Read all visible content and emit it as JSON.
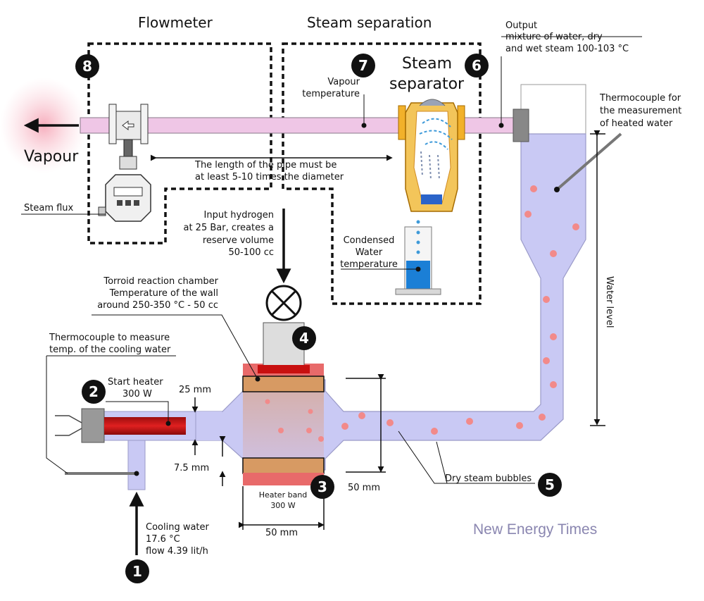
{
  "colors": {
    "water": "#c9c9f4",
    "pipe_vapour": "#efc6e6",
    "heater": "#c41b1b",
    "wall": "#d79a63",
    "heater_band": "#e86a6a",
    "dashed_box": "#111111",
    "brand": "#8a86b0"
  },
  "headings": {
    "flowmeter": "Flowmeter",
    "steam_separation": "Steam separation",
    "steam_separator": [
      "Steam",
      "separator"
    ],
    "vapour": "Vapour"
  },
  "labels": {
    "output": [
      "Output",
      "mixture of water, dry",
      "and wet steam 100-103 °C"
    ],
    "vapour_temperature": [
      "Vapour",
      "temperature"
    ],
    "thermocouple_heated": [
      "Thermocouple for",
      "the measurement",
      "of heated water"
    ],
    "pipe_length": [
      "The length of the pipe must be",
      "at least 5-10 times the diameter"
    ],
    "steam_flux": "Steam flux",
    "input_hydrogen": [
      "Input hydrogen",
      "at 25 Bar, creates a",
      "reserve volume",
      "50-100 cc"
    ],
    "condensed_water": [
      "Condensed",
      "Water",
      "temperature"
    ],
    "water_level": "Water level",
    "torroid": [
      "Torroid reaction chamber",
      "Temperature of the wall",
      "around 250-350 °C - 50 cc"
    ],
    "thermocouple_cooling": [
      "Thermocouple to measure",
      "temp. of the cooling water"
    ],
    "start_heater": [
      "Start heater",
      "300 W"
    ],
    "dim_25": "25 mm",
    "dim_7_5": "7.5 mm",
    "dim_50_vertical": "50 mm",
    "dim_50_horizontal": "50 mm",
    "heater_band": [
      "Heater band",
      "300 W"
    ],
    "dry_steam_bubbles": "Dry steam bubbles",
    "cooling_water": [
      "Cooling water",
      "17.6 °C",
      "flow 4.39 lit/h"
    ],
    "brand": "New Energy Times"
  },
  "markers": [
    "1",
    "2",
    "3",
    "4",
    "5",
    "6",
    "7",
    "8"
  ]
}
